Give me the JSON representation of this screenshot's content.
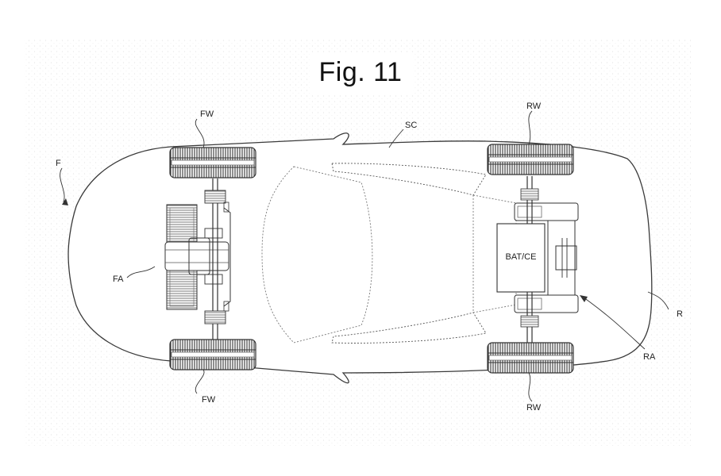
{
  "figure": {
    "title": "Fig. 11",
    "labels": {
      "front": "F",
      "rear": "R",
      "front_axle": "FA",
      "rear_axle": "RA",
      "front_wheel_top": "FW",
      "front_wheel_bottom": "FW",
      "rear_wheel_top": "RW",
      "rear_wheel_bottom": "RW",
      "body_shell": "SC",
      "battery": "BAT/CE"
    }
  },
  "colors": {
    "line": "#3a3a3a",
    "paper": "#ffffff",
    "stipple": "#ececec"
  }
}
